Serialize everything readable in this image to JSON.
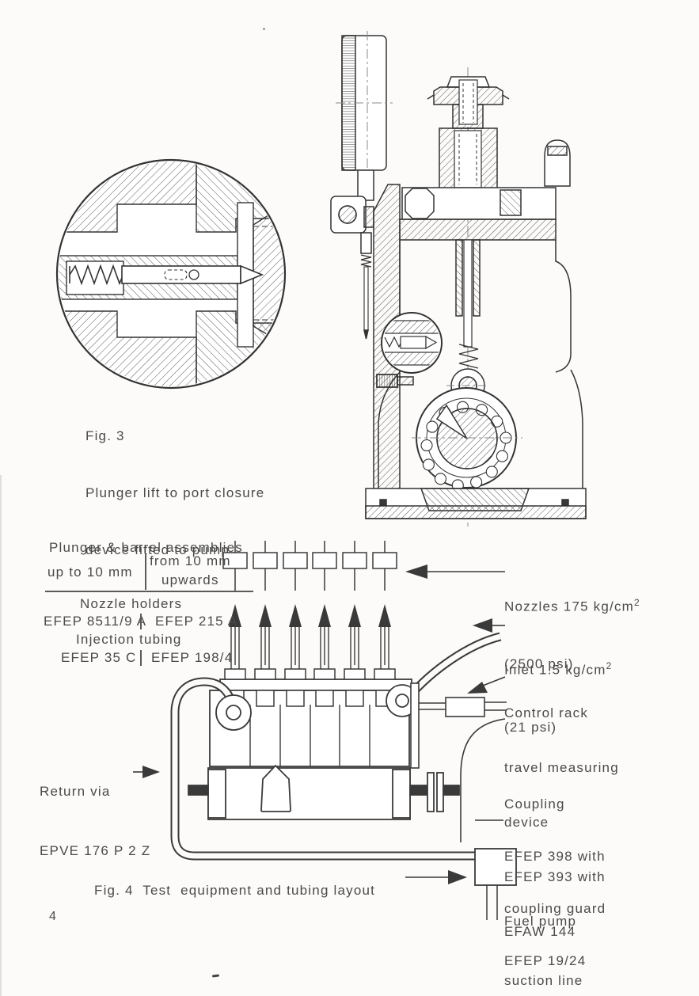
{
  "page": {
    "number": "4"
  },
  "fig3": {
    "caption_title": "Fig. 3",
    "caption_line1": "Plunger lift to port closure",
    "caption_line2": "device fitted to pump"
  },
  "fig4": {
    "caption": "Fig. 4  Test  equipment and tubing layout",
    "table": {
      "title": "Plunger & barrel assemblies",
      "col_left": "up to 10 mm",
      "col_right_line1": "from 10 mm",
      "col_right_line2": "upwards",
      "group1_title": "Nozzle holders",
      "group1_left": "EFEP 8511/9 A",
      "group1_right": "EFEP 215 A",
      "group2_title": "Injection tubing",
      "group2_left": "EFEP 35 C",
      "group2_right": "EFEP 198/4"
    },
    "labels": {
      "nozzles_text": "Nozzles 175 kg/cm",
      "nozzles_sup": "2",
      "nozzles_psi": "(2500 psi)",
      "inlet_text": "Inlet 1.5 kg/cm",
      "inlet_sup": "2",
      "inlet_psi": "(21 psi)",
      "control_rack": [
        "Control rack",
        "travel measuring",
        "device",
        "EFEP 393 with",
        "EFAW 144"
      ],
      "coupling": [
        "Coupling",
        "EFEP 398 with",
        "coupling guard",
        "EFEP 19/24"
      ],
      "return_line1": "Return via",
      "return_line2": "EPVE 176 P 2 Z",
      "fuel_pump_line1": "Fuel pump",
      "fuel_pump_line2": "suction line"
    }
  },
  "ink": "#3a3a3a"
}
